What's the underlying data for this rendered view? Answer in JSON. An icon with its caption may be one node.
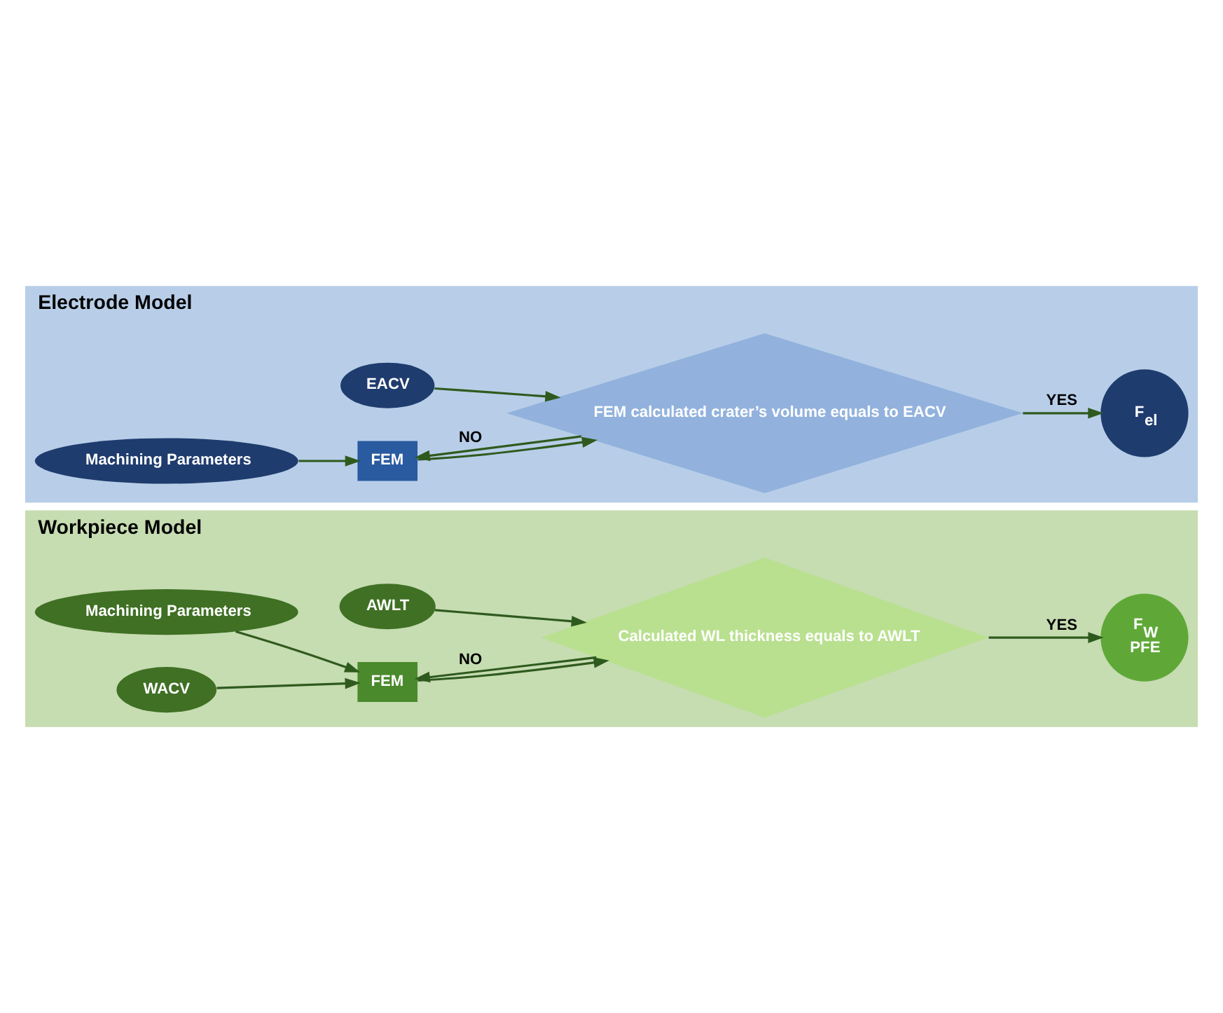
{
  "diagram": {
    "nodes": [
      {
        "text": [
          "Workpiece Model"
        ]
      },
      {
        "text": [
          "AWLT"
        ],
        "in": 0
      },
      {
        "text": [
          "Machining Parameters"
        ],
        "in": 0
      },
      {
        "text": [
          "WACV"
        ],
        "in": 0
      },
      {
        "text": [
          "FEM"
        ],
        "in": 0
      },
      {
        "text": [
          "Calculated WL thickness equals to AWLT"
        ],
        "in": 0
      },
      {
        "text": [
          "F$_{W}$",
          "PFE"
        ],
        "in": 0
      },
      {
        "text": [
          "Electrode Model"
        ]
      },
      {
        "text": [
          "EACV"
        ],
        "in": 7
      },
      {
        "text": [
          "Machining Parameters"
        ],
        "in": 7
      },
      {
        "text": [
          "FEM"
        ],
        "in": 7
      },
      {
        "text": [
          "FEM calculated crater’s volume equals to EACV"
        ],
        "in": 7
      },
      {
        "text": [
          "F$_{el}$"
        ],
        "in": 7
      }
    ],
    "edges": [
      {
        "from": 1,
        "to": 5,
        "arrow": "to"
      },
      {
        "from": 2,
        "to": 4,
        "arrow": "to"
      },
      {
        "from": 3,
        "to": 4,
        "arrow": "to"
      },
      {
        "from": 4,
        "to": 5,
        "arrow": "to"
      },
      {
        "from": 5,
        "to": 6,
        "arrow": "to",
        "label": "YES"
      },
      {
        "from": 5,
        "to": 4,
        "arrow": "to",
        "label": "NO"
      },
      {
        "from": 8,
        "to": 11,
        "arrow": "to"
      },
      {
        "from": 9,
        "to": 10,
        "arrow": "to"
      },
      {
        "from": 10,
        "to": 11,
        "arrow": "to"
      },
      {
        "from": 11,
        "to": 12,
        "arrow": "to",
        "label": "YES"
      },
      {
        "from": 11,
        "to": 10,
        "arrow": "to",
        "label": "NO"
      }
    ]
  }
}
